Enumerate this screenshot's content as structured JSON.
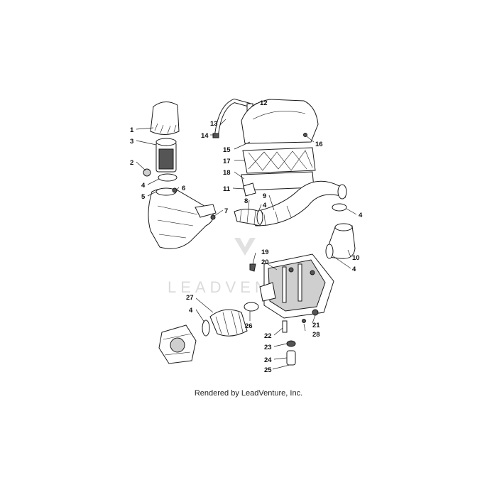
{
  "callouts": {
    "c1": "1",
    "c2": "2",
    "c3": "3",
    "c4a": "4",
    "c4b": "4",
    "c4c": "4",
    "c4d": "4",
    "c4e": "4",
    "c5": "5",
    "c6": "6",
    "c7": "7",
    "c8": "8",
    "c9": "9",
    "c10": "10",
    "c11": "11",
    "c12": "12",
    "c13": "13",
    "c14": "14",
    "c15": "15",
    "c16": "16",
    "c17": "17",
    "c18": "18",
    "c19": "19",
    "c20": "20",
    "c21": "21",
    "c22": "22",
    "c23": "23",
    "c24": "24",
    "c25": "25",
    "c26": "26",
    "c27": "27",
    "c28": "28"
  },
  "watermark": "LEADVENTURE",
  "footer": "Rendered by LeadVenture, Inc."
}
